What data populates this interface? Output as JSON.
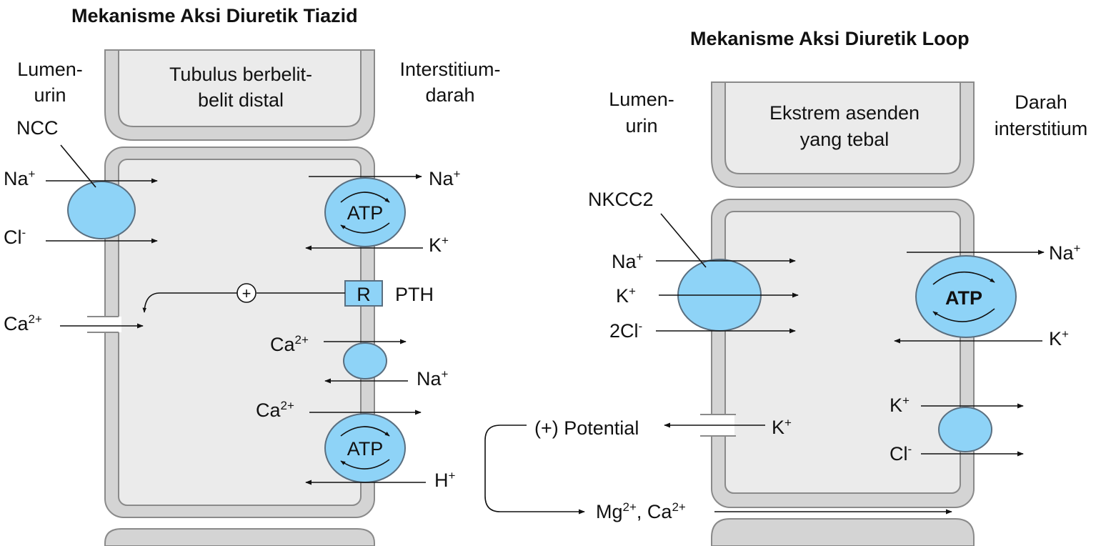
{
  "left": {
    "title": "Mekanisme Aksi Diuretik Tiazid",
    "lumen": [
      "Lumen-",
      "urin"
    ],
    "segment": [
      "Tubulus berbelit-",
      "belit distal"
    ],
    "interstitium": [
      "Interstitium-",
      "darah"
    ],
    "transporter": "NCC",
    "atp": "ATP",
    "receptor": "R",
    "hormone": "PTH",
    "plus_symbol": "+",
    "ions": {
      "na": {
        "base": "Na",
        "sup": "+"
      },
      "cl": {
        "base": "Cl",
        "sup": "-"
      },
      "k": {
        "base": "K",
        "sup": "+"
      },
      "ca": {
        "base": "Ca",
        "sup": "2+"
      },
      "h": {
        "base": "H",
        "sup": "+"
      }
    }
  },
  "right": {
    "title": "Mekanisme Aksi Diuretik Loop",
    "lumen": [
      "Lumen-",
      "urin"
    ],
    "segment": [
      "Ekstrem asenden",
      "yang tebal"
    ],
    "interstitium": [
      "Darah",
      "interstitium"
    ],
    "transporter": "NKCC2",
    "atp": "ATP",
    "potential": "(+) Potential",
    "ions": {
      "na": {
        "base": "Na",
        "sup": "+"
      },
      "k": {
        "base": "K",
        "sup": "+"
      },
      "two_cl": {
        "base": "2Cl",
        "sup": "-"
      },
      "cl": {
        "base": "Cl",
        "sup": "-"
      }
    },
    "mg_ca": {
      "mg": "Mg",
      "mg_sup": "2+",
      "sep": ", Ca",
      "ca_sup": "2+"
    }
  },
  "colors": {
    "protein": "#8ed3f7",
    "membrane": "#d4d4d4",
    "cell_interior": "#ebebeb"
  }
}
